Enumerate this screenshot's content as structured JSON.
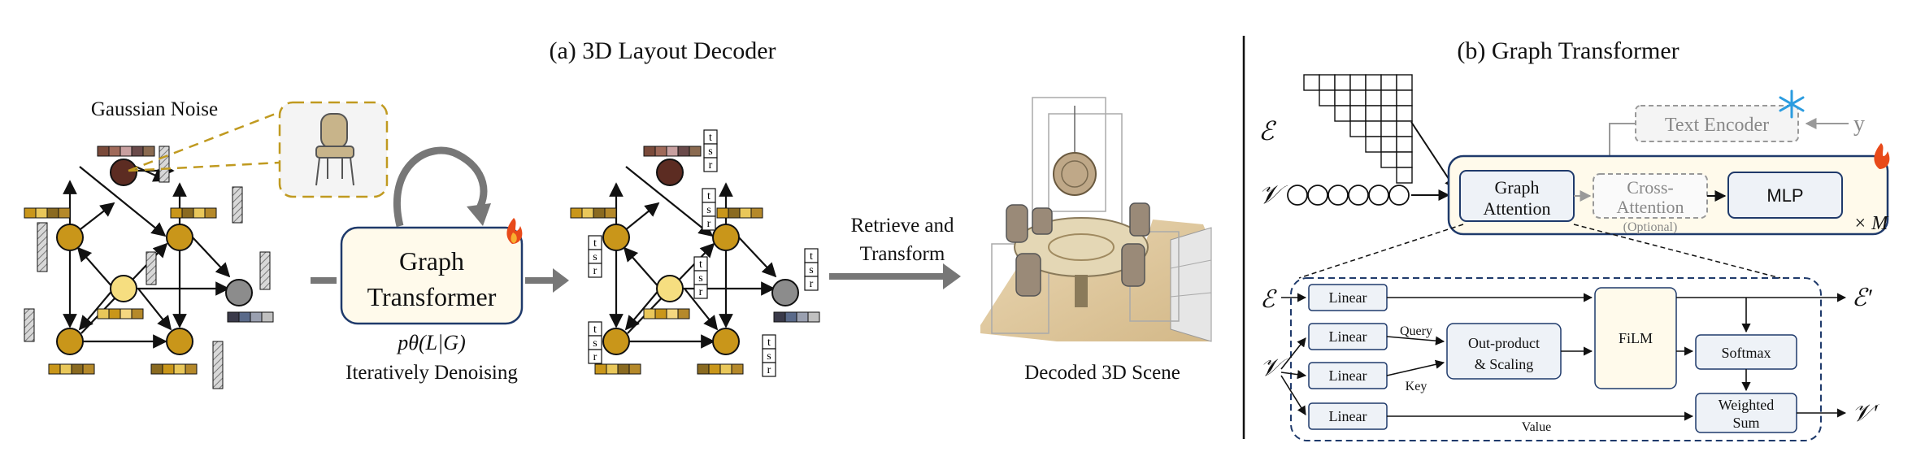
{
  "panel_a": {
    "title": "(a) 3D Layout Decoder",
    "noise_label": "Gaussian Noise",
    "transformer_line1": "Graph",
    "transformer_line2": "Transformer",
    "formula": "pθ(L|G)",
    "denoise_label": "Iteratively Denoising",
    "retrieve_line1": "Retrieve and",
    "retrieve_line2": "Transform",
    "scene_label": "Decoded 3D Scene",
    "attr_letters": [
      "t",
      "s",
      "r"
    ]
  },
  "panel_b": {
    "title": "(b) Graph Transformer",
    "edge_symbol": "ℰ",
    "node_symbol": "𝒱",
    "text_encoder": "Text Encoder",
    "text_input": "y",
    "graph_attention_line1": "Graph",
    "graph_attention_line2": "Attention",
    "cross_attention_line1": "Cross-",
    "cross_attention_line2": "Attention",
    "optional": "(Optional)",
    "mlp": "MLP",
    "repeat": "× M",
    "linear": "Linear",
    "query": "Query",
    "key": "Key",
    "value": "Value",
    "outproduct_line1": "Out-product",
    "outproduct_line2": "& Scaling",
    "film": "FiLM",
    "softmax": "Softmax",
    "weighted_line1": "Weighted",
    "weighted_line2": "Sum",
    "edge_out": "ℰ′",
    "node_out": "𝒱′"
  },
  "colors": {
    "gold": "#C9961A",
    "light_gold": "#F6DE80",
    "dark_brown": "#5C2C22",
    "gray_node": "#8C8C8C",
    "navy": "#1F3A6B",
    "cream": "#FFFAEB",
    "block_fill": "#EEF2F7",
    "fire": "#E84A1A",
    "snow": "#2B9CE0"
  }
}
